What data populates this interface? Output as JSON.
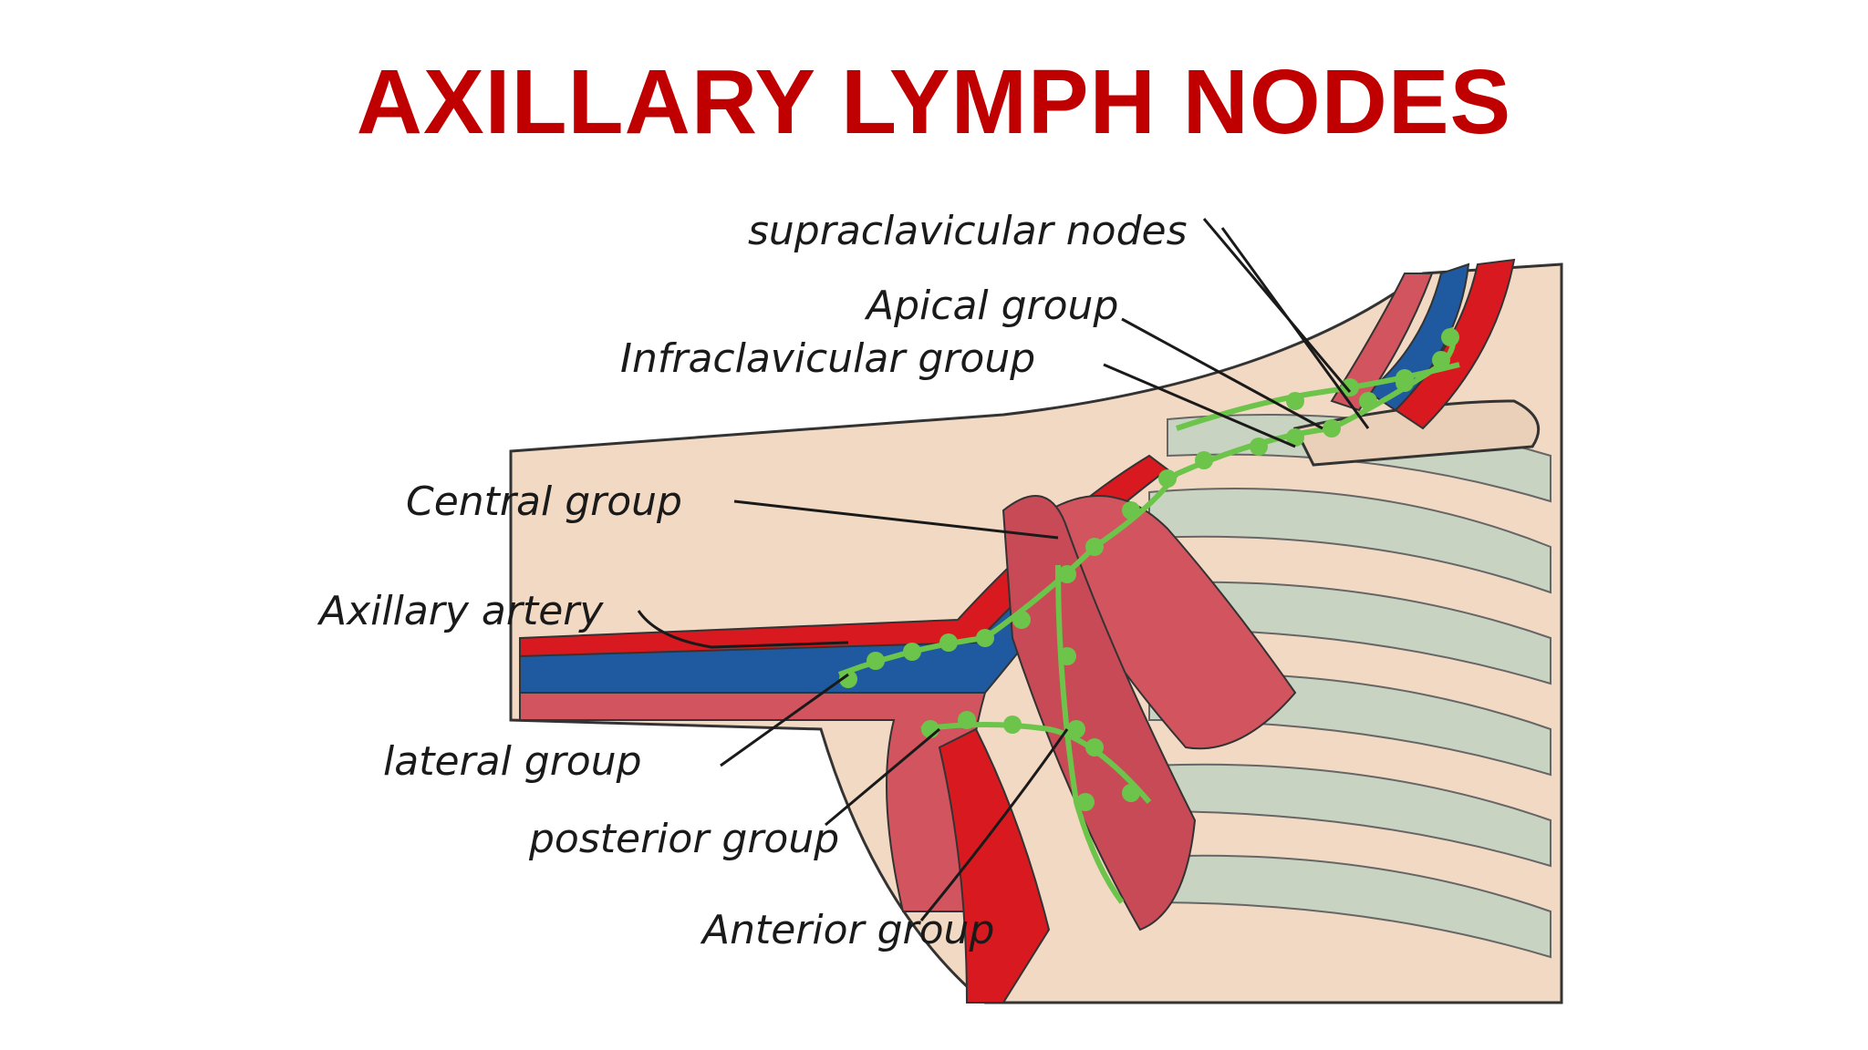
{
  "title": "AXILLARY LYMPH NODES",
  "colors": {
    "title": "#c00000",
    "skin": "#f2d9c4",
    "muscle": "#d2545e",
    "artery": "#d8191f",
    "vein": "#1f5aa0",
    "lymph": "#6cc44a",
    "rib": "#c9d3c2"
  },
  "labels": {
    "supraclavicular": "supraclavicular nodes",
    "apical": "Apical group",
    "infraclavicular": "Infraclavicular group",
    "central": "Central group",
    "axillary_artery": "Axillary artery",
    "lateral": "lateral group",
    "posterior": "posterior group",
    "anterior": "Anterior group"
  }
}
